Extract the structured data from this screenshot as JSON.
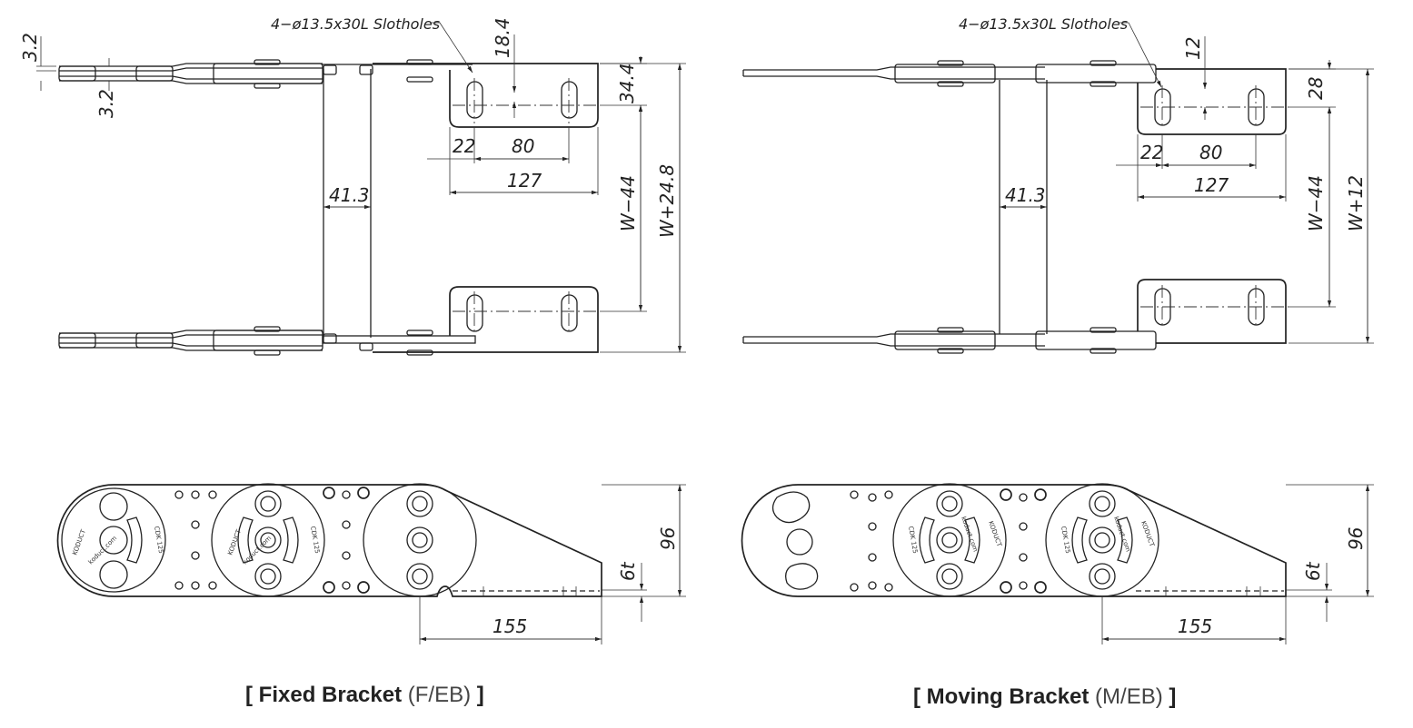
{
  "fixed": {
    "slot_label": "4−ø13.5x30L Slotholes",
    "dims": {
      "d_18_4": "18.4",
      "d_3_2a": "3.2",
      "d_3_2b": "3.2",
      "d_34_4": "34.4",
      "d_22": "22",
      "d_80": "80",
      "d_127": "127",
      "d_41_3": "41.3",
      "d_w44": "W−44",
      "d_w248": "W+24.8",
      "d_96": "96",
      "d_6t": "6t",
      "d_155": "155"
    },
    "caption": {
      "open": "[ ",
      "main": "Fixed Bracket",
      "sub": " (F/EB)",
      "close": " ]"
    }
  },
  "moving": {
    "slot_label": "4−ø13.5x30L Slotholes",
    "dims": {
      "d_12": "12",
      "d_28": "28",
      "d_22": "22",
      "d_80": "80",
      "d_127": "127",
      "d_41_3": "41.3",
      "d_w44": "W−44",
      "d_w12": "W+12",
      "d_96": "96",
      "d_6t": "6t",
      "d_155": "155"
    },
    "caption": {
      "open": "[ ",
      "main": "Moving Bracket",
      "sub": " (M/EB)",
      "close": " ]"
    }
  },
  "link_marks": {
    "brand": "KODUCT",
    "web": "koduct.com",
    "model": "CDK 125"
  },
  "colors": {
    "line": "#222222",
    "background": "#ffffff"
  }
}
